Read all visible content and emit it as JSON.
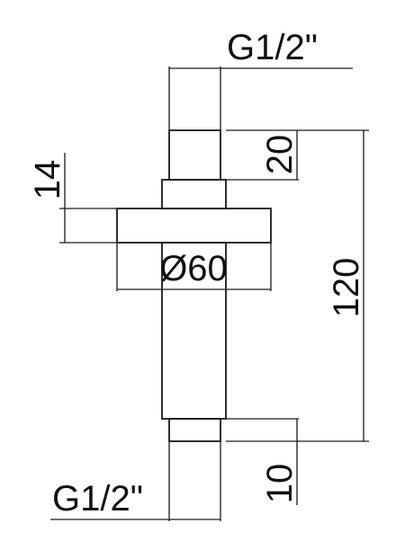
{
  "dimensions": {
    "thread_top": "G1/2\"",
    "thread_bottom": "G1/2\"",
    "top_thread_length": "20",
    "flange_thickness": "14",
    "flange_diameter": "Ø60",
    "total_length": "120",
    "bottom_thread_length": "10"
  }
}
